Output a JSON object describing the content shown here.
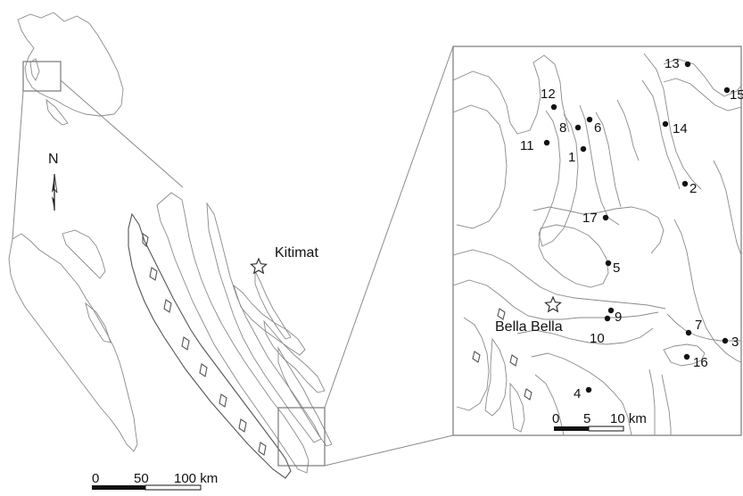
{
  "north_label": "N",
  "overview": {
    "towns": [
      {
        "name": "Kitimat",
        "symbol": "star-icon"
      }
    ],
    "scale": {
      "labels": [
        "0",
        "50",
        "100 km"
      ],
      "unit": "km",
      "ticks_km": [
        0,
        50,
        100
      ]
    }
  },
  "inset": {
    "towns": [
      {
        "name": "Bella Bella",
        "symbol": "star-icon"
      }
    ],
    "sites": [
      "1",
      "2",
      "3",
      "4",
      "5",
      "6",
      "7",
      "8",
      "9",
      "10",
      "11",
      "12",
      "13",
      "14",
      "15",
      "16",
      "17"
    ],
    "scale": {
      "labels": [
        "0",
        "5",
        "10 km"
      ],
      "unit": "km",
      "ticks_km": [
        0,
        5,
        10
      ]
    }
  },
  "colors": {
    "coastline": "#8a8a8a",
    "site_marker": "#111111",
    "frame": "#777777"
  }
}
